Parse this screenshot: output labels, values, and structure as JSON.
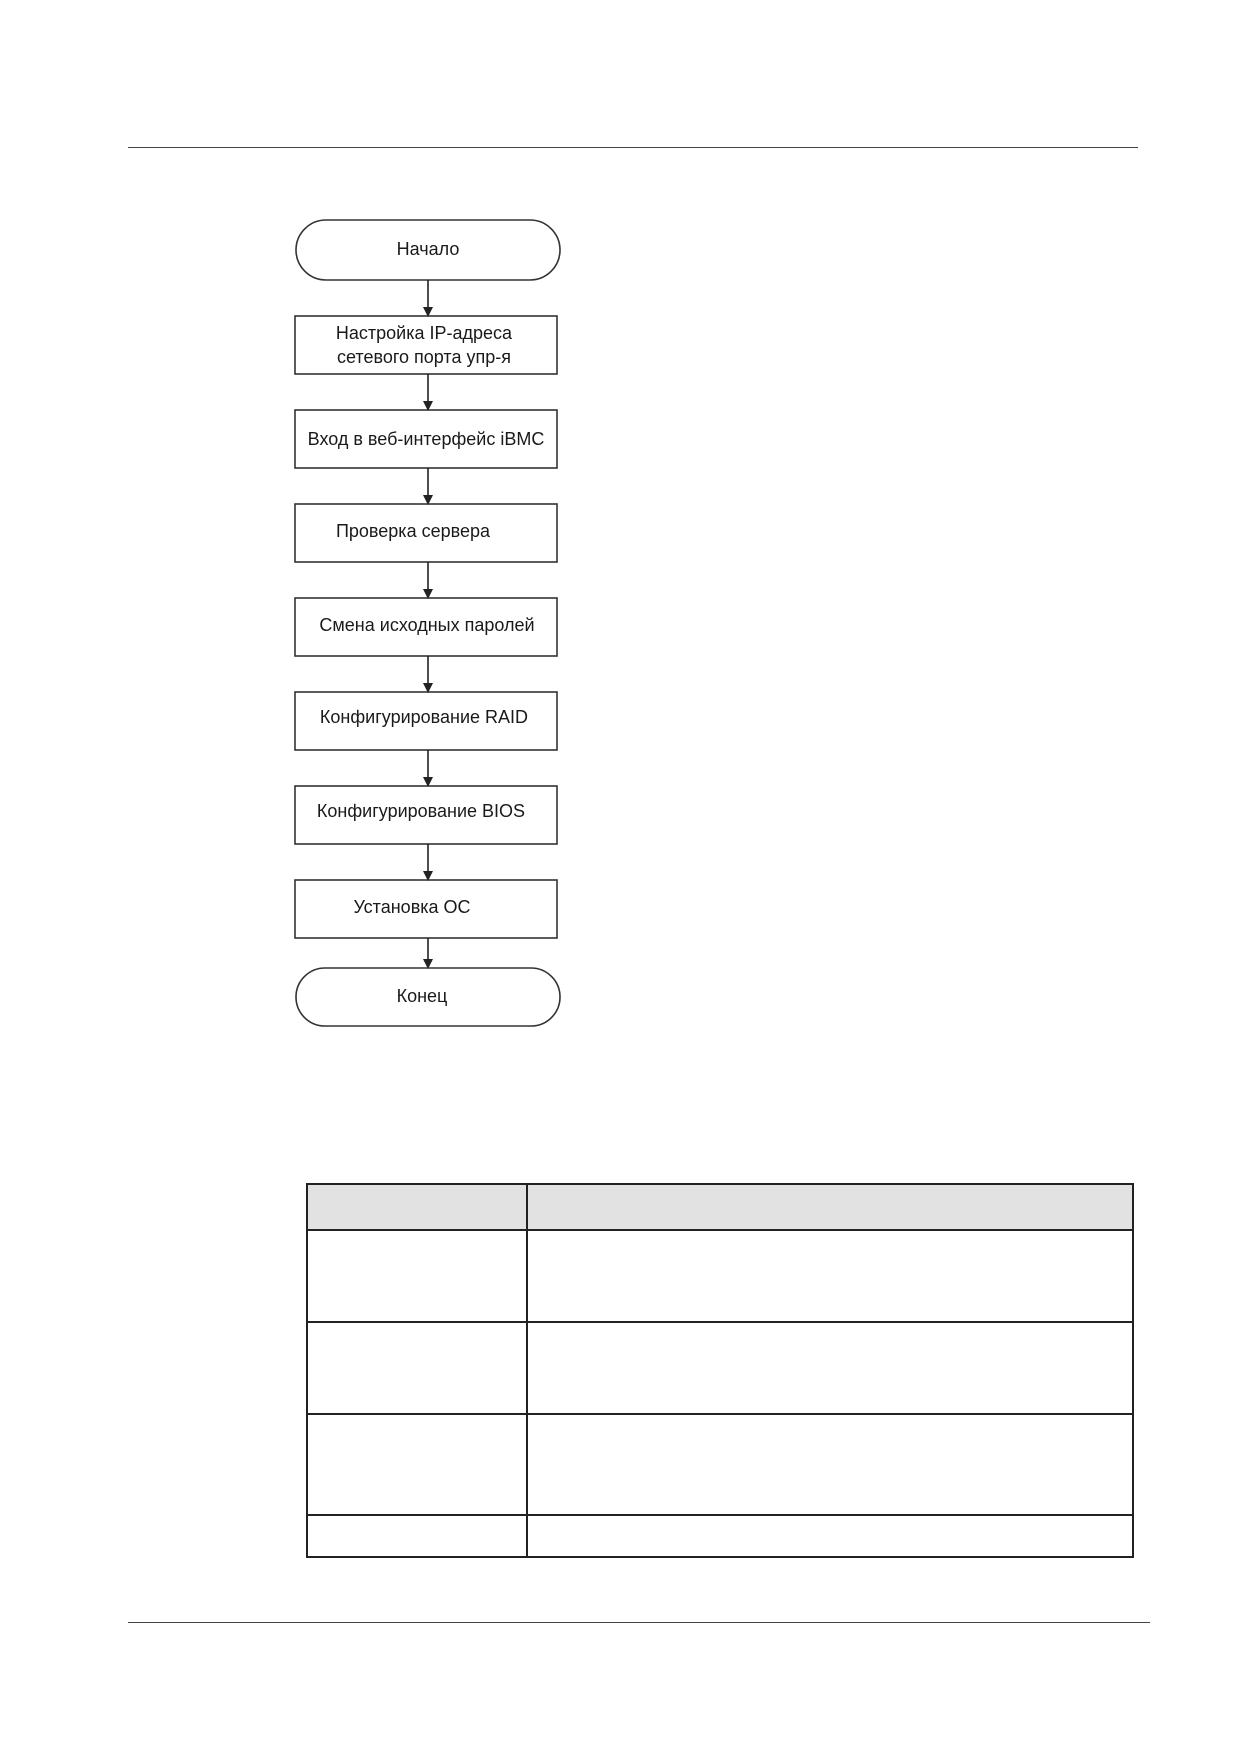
{
  "flowchart": {
    "start": "Начало",
    "steps": [
      [
        "Настройка IP-адреса",
        "сетевого порта упр-я"
      ],
      [
        "Вход в веб-интерфейс iBMC"
      ],
      [
        "Проверка сервера"
      ],
      [
        "Смена исходных паролей"
      ],
      [
        "Конфигурирование  RAID"
      ],
      [
        "Конфигурирование  BIOS"
      ],
      [
        "Установка ОС"
      ]
    ],
    "end": "Конец"
  }
}
